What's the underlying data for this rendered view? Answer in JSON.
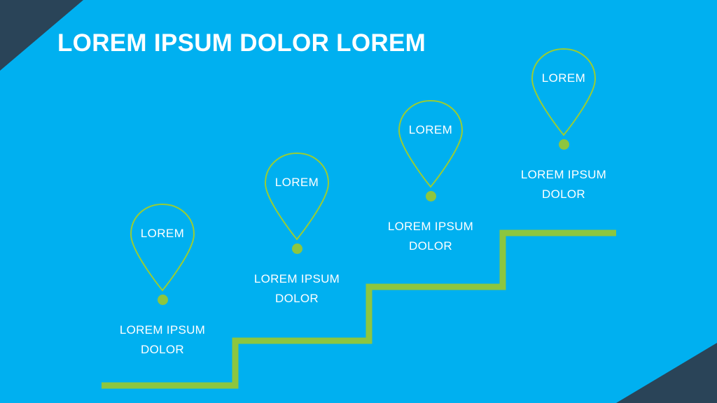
{
  "slide": {
    "title": "LOREM IPSUM DOLOR LOREM",
    "background_color": "#00b0f0",
    "accent_color": "#8dc63f",
    "corner_color": "#2a4458",
    "text_color": "#ffffff"
  },
  "steps": [
    {
      "balloon_label": "LOREM",
      "caption_line1": "LOREM IPSUM",
      "caption_line2": "DOLOR"
    },
    {
      "balloon_label": "LOREM",
      "caption_line1": "LOREM IPSUM",
      "caption_line2": "DOLOR"
    },
    {
      "balloon_label": "LOREM",
      "caption_line1": "LOREM IPSUM",
      "caption_line2": "DOLOR"
    },
    {
      "balloon_label": "LOREM",
      "caption_line1": "LOREM IPSUM",
      "caption_line2": "DOLOR"
    }
  ]
}
